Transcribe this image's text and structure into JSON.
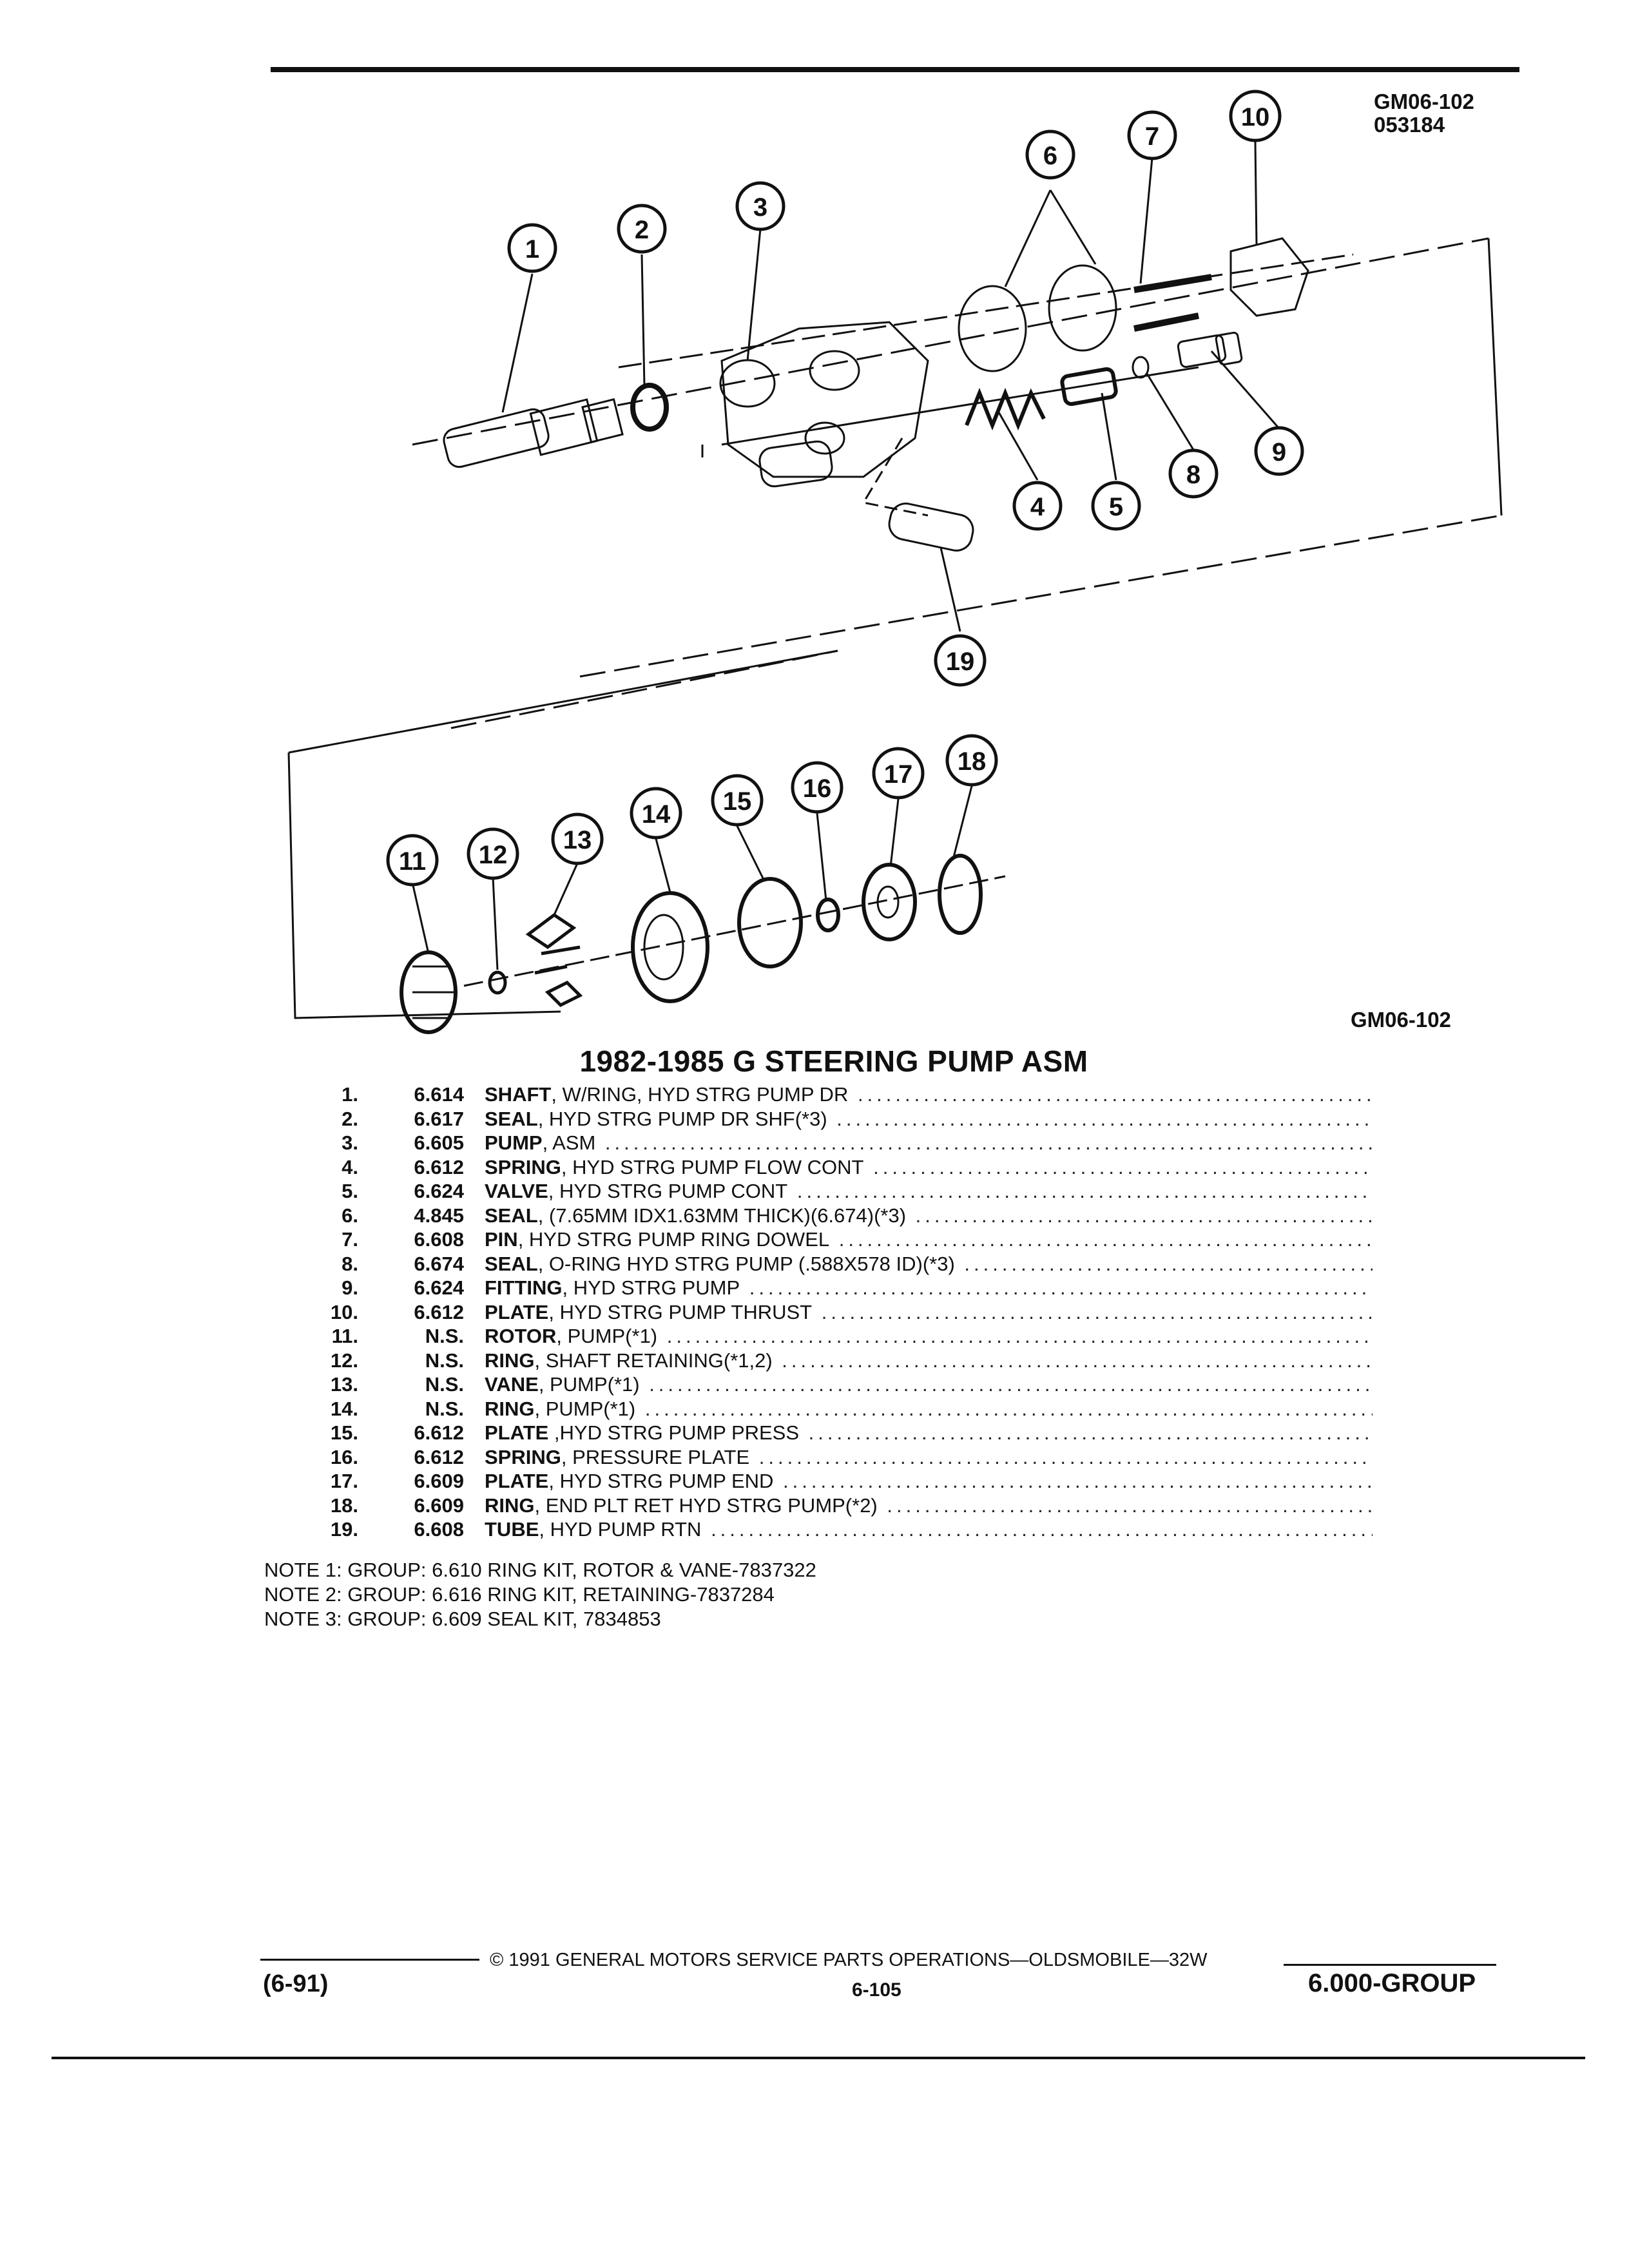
{
  "header": {
    "code": "GM06-102",
    "date_code": "053184"
  },
  "diagram": {
    "callouts": [
      "1",
      "2",
      "3",
      "4",
      "5",
      "6",
      "7",
      "8",
      "9",
      "10",
      "11",
      "12",
      "13",
      "14",
      "15",
      "16",
      "17",
      "18",
      "19"
    ],
    "figure_code": "GM06-102"
  },
  "title": "1982-1985 G STEERING PUMP ASM",
  "parts": [
    {
      "num": "1.",
      "group": "6.614",
      "name": "SHAFT",
      "desc": ", W/RING, HYD STRG PUMP DR"
    },
    {
      "num": "2.",
      "group": "6.617",
      "name": "SEAL",
      "desc": ", HYD STRG PUMP DR SHF(*3)"
    },
    {
      "num": "3.",
      "group": "6.605",
      "name": "PUMP",
      "desc": ", ASM"
    },
    {
      "num": "4.",
      "group": "6.612",
      "name": "SPRING",
      "desc": ", HYD STRG PUMP FLOW CONT"
    },
    {
      "num": "5.",
      "group": "6.624",
      "name": "VALVE",
      "desc": ", HYD STRG PUMP CONT"
    },
    {
      "num": "6.",
      "group": "4.845",
      "name": "SEAL",
      "desc": ", (7.65MM IDX1.63MM THICK)(6.674)(*3)"
    },
    {
      "num": "7.",
      "group": "6.608",
      "name": "PIN",
      "desc": ", HYD STRG PUMP RING DOWEL"
    },
    {
      "num": "8.",
      "group": "6.674",
      "name": "SEAL",
      "desc": ", O-RING HYD STRG PUMP (.588X578 ID)(*3)"
    },
    {
      "num": "9.",
      "group": "6.624",
      "name": "FITTING",
      "desc": ", HYD STRG PUMP"
    },
    {
      "num": "10.",
      "group": "6.612",
      "name": "PLATE",
      "desc": ", HYD STRG PUMP THRUST"
    },
    {
      "num": "11.",
      "group": "N.S.",
      "name": "ROTOR",
      "desc": ", PUMP(*1)"
    },
    {
      "num": "12.",
      "group": "N.S.",
      "name": "RING",
      "desc": ", SHAFT RETAINING(*1,2)"
    },
    {
      "num": "13.",
      "group": "N.S.",
      "name": "VANE",
      "desc": ", PUMP(*1)"
    },
    {
      "num": "14.",
      "group": "N.S.",
      "name": "RING",
      "desc": ", PUMP(*1)"
    },
    {
      "num": "15.",
      "group": "6.612",
      "name": "PLATE",
      "desc": " ,HYD STRG PUMP PRESS"
    },
    {
      "num": "16.",
      "group": "6.612",
      "name": "SPRING",
      "desc": ", PRESSURE PLATE"
    },
    {
      "num": "17.",
      "group": "6.609",
      "name": "PLATE",
      "desc": ", HYD STRG PUMP END"
    },
    {
      "num": "18.",
      "group": "6.609",
      "name": "RING",
      "desc": ", END PLT RET HYD STRG PUMP(*2)"
    },
    {
      "num": "19.",
      "group": "6.608",
      "name": "TUBE",
      "desc": ", HYD PUMP RTN"
    }
  ],
  "notes": [
    "NOTE  1:  GROUP: 6.610 RING KIT, ROTOR & VANE-7837322",
    "NOTE  2:  GROUP: 6.616 RING KIT, RETAINING-7837284",
    "NOTE  3:  GROUP: 6.609 SEAL KIT, 7834853"
  ],
  "footer": {
    "copyright": "© 1991 GENERAL MOTORS SERVICE PARTS OPERATIONS—OLDSMOBILE—32W",
    "revision": "(6-91)",
    "page": "6-105",
    "group": "6.000-GROUP"
  }
}
